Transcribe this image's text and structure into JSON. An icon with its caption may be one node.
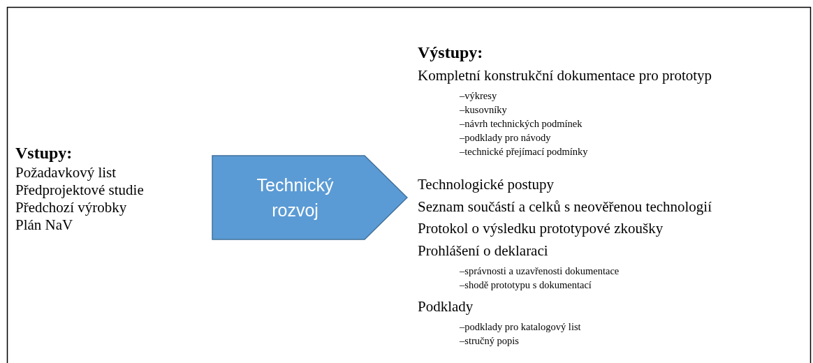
{
  "diagram": {
    "nodes": [
      {
        "text": [
          "Technický rozvoj"
        ]
      }
    ],
    "labels": [
      "Vstupy:",
      "Požadavkový list",
      "Předprojektové studie",
      "Předchozí výrobky",
      "Plán NaV",
      "Výstupy:",
      "Kompletní konstrukční dokumentace pro prototyp",
      "–výkresy",
      "–kusovníky",
      "–návrh technických podmínek",
      "–podklady pro návody",
      "–technické přejímací podmínky",
      "Technologické postupy",
      "Seznam součástí a celků s neověřenou technologií",
      "Protokol o výsledku prototypové zkoušky",
      "Prohlášení o deklaraci",
      "–správnosti a uzavřenosti dokumentace",
      "–shodě prototypu s dokumentací",
      "Podklady",
      "–podklady pro katalogový list",
      "–stručný popis"
    ]
  }
}
